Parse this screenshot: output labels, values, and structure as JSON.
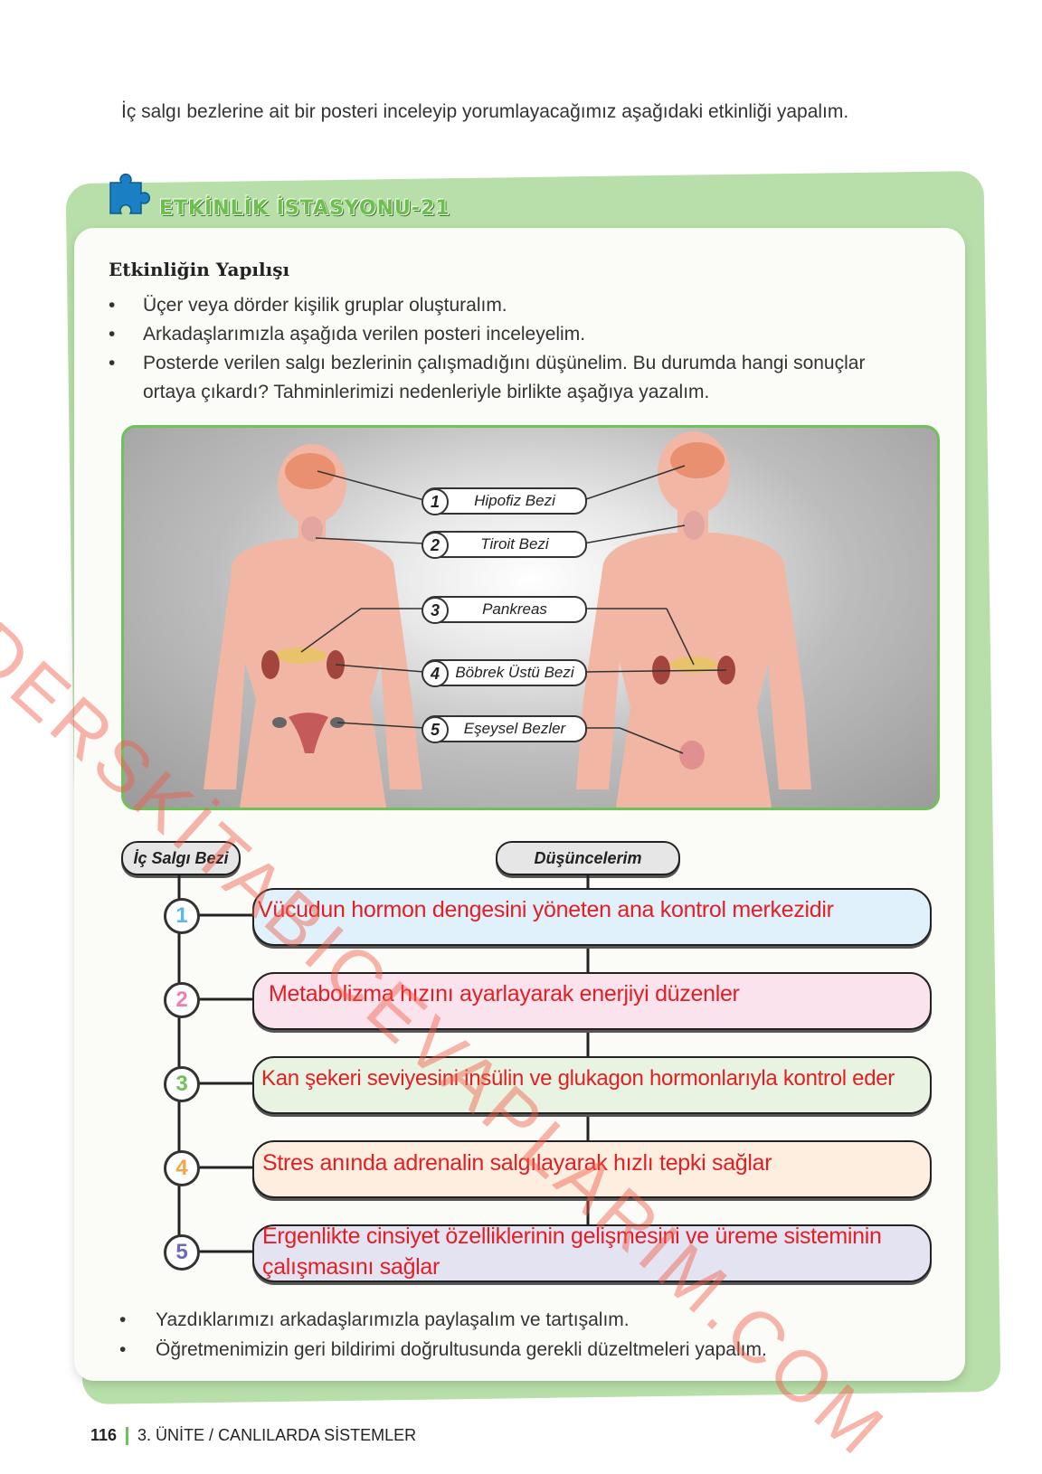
{
  "intro": "İç salgı bezlerine ait bir posteri inceleyip yorumlayacağımız aşağıdaki etkinliği yapalım.",
  "station": {
    "title": "ETKİNLİK İSTASYONU-21",
    "icon": "puzzle-icon"
  },
  "howto_title": "Etkinliğin Yapılışı",
  "bullets": [
    "Üçer veya dörder kişilik gruplar oluşturalım.",
    "Arkadaşlarımızla aşağıda verilen posteri inceleyelim.",
    "Posterde verilen salgı bezlerinin çalışmadığını düşünelim. Bu durumda hangi sonuçlar ortaya çıkardı? Tahminlerimizi nedenleriyle birlikte aşağıya yazalım."
  ],
  "poster": {
    "labels": [
      {
        "num": "1",
        "name": "Hipofiz Bezi",
        "color": "#5ab9e6"
      },
      {
        "num": "2",
        "name": "Tiroit Bezi",
        "color": "#ee7fb0"
      },
      {
        "num": "3",
        "name": "Pankreas",
        "color": "#6fc15a"
      },
      {
        "num": "4",
        "name": "Böbrek Üstü Bezi",
        "color": "#f5a34a"
      },
      {
        "num": "5",
        "name": "Eşeysel Bezler",
        "color": "#6a6ab8"
      }
    ]
  },
  "table": {
    "col1_header": "İç Salgı Bezi",
    "col2_header": "Düşüncelerim",
    "rows": [
      {
        "num": "1",
        "answer": "Vücudun hormon dengesini yöneten ana kontrol merkezidir",
        "color": "#5ab9e6",
        "bg": "#e1f1fb"
      },
      {
        "num": "2",
        "answer": "Metabolizma hızını ayarlayarak enerjiyi düzenler",
        "color": "#ee7fb0",
        "bg": "#fbe3ee"
      },
      {
        "num": "3",
        "answer": "Kan şekeri seviyesini insülin ve glukagon hormonlarıyla kontrol eder",
        "color": "#6fc15a",
        "bg": "#e8f4e1"
      },
      {
        "num": "4",
        "answer": "Stres anında adrenalin salgılayarak hızlı tepki sağlar",
        "color": "#f5a34a",
        "bg": "#fdeee0"
      },
      {
        "num": "5",
        "answer": "Ergenlikte cinsiyet özelliklerinin gelişmesini ve üreme sisteminin çalışmasını sağlar",
        "color": "#6a6ab8",
        "bg": "#e4e3f2"
      }
    ]
  },
  "bottom_bullets": [
    "Yazdıklarımızı arkadaşlarımızla paylaşalım ve tartışalım.",
    "Öğretmenimizin geri bildirimi doğrultusunda gerekli düzeltmeleri yapalım."
  ],
  "footer": {
    "page": "116",
    "unit": "3. ÜNİTE / CANLILARDA SİSTEMLER"
  },
  "watermark": "DERSKİTABICEVAPLARIM.COM"
}
